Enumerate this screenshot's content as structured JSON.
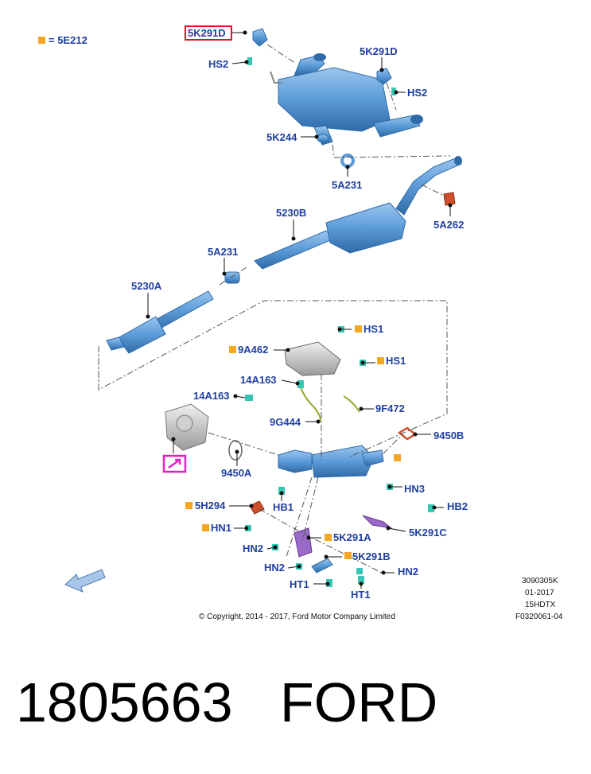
{
  "legend": {
    "symbol_label": "= 5E212",
    "marker_color": "#f5a623"
  },
  "colors": {
    "label": "#1f3fa0",
    "part_fill": "#5b9bd8",
    "part_stroke": "#2f6aa8",
    "fastener": "#37c6b4",
    "highlight_box": "#e0102a",
    "flag_box": "#e020c0",
    "gasket": "#d0502a",
    "bracket_purple": "#9a6ac8"
  },
  "labels": {
    "p5k291d_top": "5K291D",
    "hs2_top": "HS2",
    "p5k291d_right": "5K291D",
    "hs2_right": "HS2",
    "p5k244": "5K244",
    "p5a231_top": "5A231",
    "p5a262": "5A262",
    "p5230b": "5230B",
    "p5a231_mid": "5A231",
    "p5230a": "5230A",
    "hs1_top": "HS1",
    "p9a462": "9A462",
    "hs1_mid": "HS1",
    "p14a163_a": "14A163",
    "p14a163_b": "14A163",
    "p9f472": "9F472",
    "p9g444": "9G444",
    "p9450b": "9450B",
    "p9450a": "9450A",
    "hn3": "HN3",
    "p5h294": "5H294",
    "hb1": "HB1",
    "hb2": "HB2",
    "hn1": "HN1",
    "p5k291a": "5K291A",
    "p5k291c": "5K291C",
    "hn2_a": "HN2",
    "p5k291b": "5K291B",
    "hn2_b": "HN2",
    "hn2_c": "HN2",
    "ht1_a": "HT1",
    "ht1_b": "HT1"
  },
  "info": {
    "code": "3090305K",
    "date": "01-2017",
    "model": "15HDTX",
    "figure": "F0320061-04",
    "copyright": "© Copyright, 2014 - 2017, Ford Motor Company Limited"
  },
  "footer": {
    "part_number": "1805663",
    "brand": "FORD"
  }
}
